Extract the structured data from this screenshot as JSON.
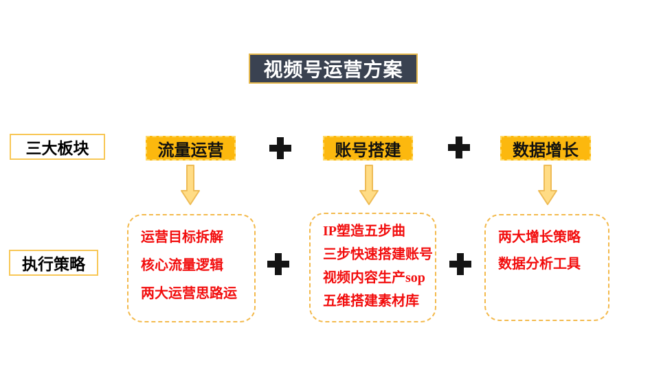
{
  "title": "视频号运营方案",
  "left_labels": {
    "sections": "三大板块",
    "strategies": "执行策略"
  },
  "plus_symbol": "+",
  "columns": [
    {
      "header": "流量运营",
      "strategies": [
        "运营目标拆解",
        "核心流量逻辑",
        "两大运营思路运"
      ]
    },
    {
      "header": "账号搭建",
      "strategies": [
        "IP塑造五步曲",
        "三步快速搭建账号",
        "视频内容生产sop",
        "五维搭建素材库"
      ]
    },
    {
      "header": "数据增长",
      "strategies": [
        "两大增长策略",
        "数据分析工具"
      ]
    }
  ],
  "colors": {
    "title_bg": "#3A4251",
    "title_border": "#E6B94D",
    "header_yellow": "#FCB80E",
    "header_dash": "#FFD966",
    "arrow_fill": "#FFDC85",
    "arrow_border": "#EEBB55",
    "box_dash_border": "#F3B94B",
    "red_text": "#F20D0D",
    "plus_black": "#141414",
    "side_label_border": "#F8C755"
  }
}
